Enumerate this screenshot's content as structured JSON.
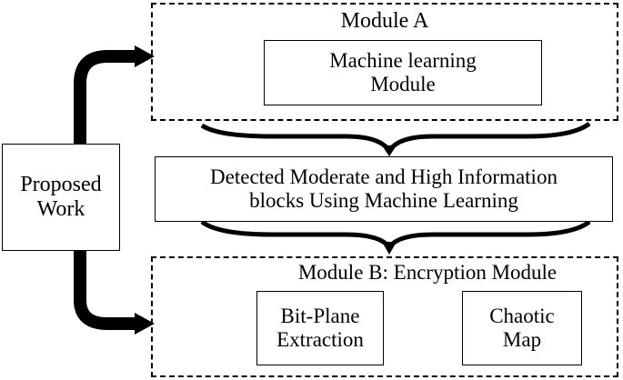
{
  "proposed_work": {
    "lines": [
      "Proposed",
      "Work"
    ]
  },
  "module_a": {
    "title": "Module A",
    "inner": {
      "lines": [
        "Machine learning",
        "Module"
      ]
    }
  },
  "middle": {
    "lines": [
      "Detected Moderate and High Information",
      "blocks Using Machine Learning"
    ]
  },
  "module_b": {
    "title": "Module B: Encryption Module",
    "left": {
      "lines": [
        "Bit-Plane",
        "Extraction"
      ]
    },
    "right": {
      "lines": [
        "Chaotic",
        "Map"
      ]
    }
  }
}
